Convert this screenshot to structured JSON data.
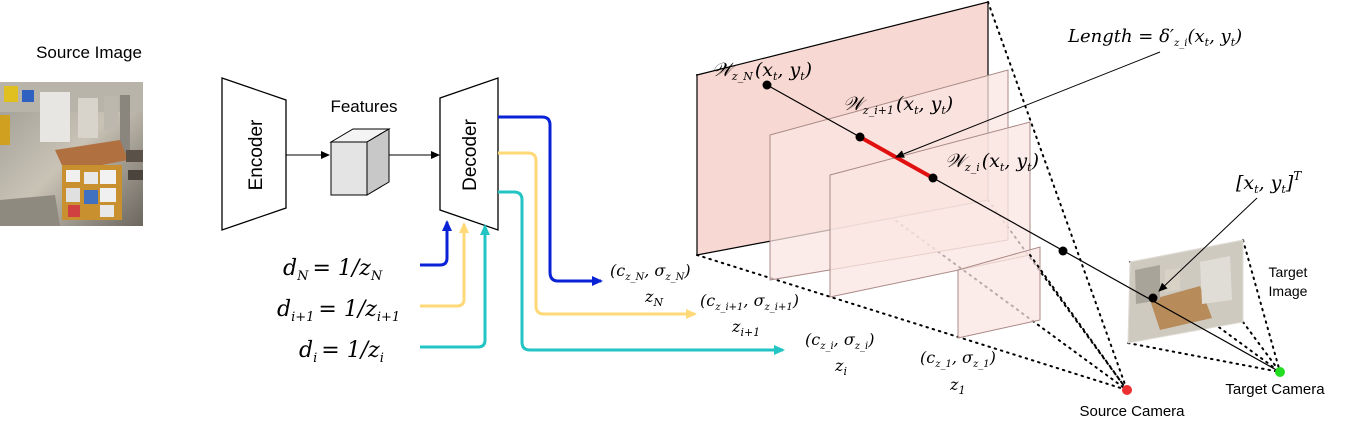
{
  "labels": {
    "source_image": "Source Image",
    "encoder": "Encoder",
    "features": "Features",
    "decoder": "Decoder",
    "source_camera": "Source Camera",
    "target_camera": "Target Camera",
    "target_image_line1": "Target",
    "target_image_line2": "Image"
  },
  "inputs": {
    "d_N": {
      "lhs": "d",
      "lhs_sub": "N",
      "rhs": "= 1/z",
      "rhs_sub": "N"
    },
    "d_i1": {
      "lhs": "d",
      "lhs_sub": "i+1",
      "rhs": "= 1/z",
      "rhs_sub": "i+1"
    },
    "d_i": {
      "lhs": "d",
      "lhs_sub": "i",
      "rhs": "= 1/z",
      "rhs_sub": "i"
    }
  },
  "outputs": {
    "o_N": {
      "c": "(c",
      "c_sub": "z_N",
      "sigma": ", σ",
      "sigma_sub": "z_N",
      "close": ")",
      "z": "z",
      "z_sub": "N"
    },
    "o_i1": {
      "c": "(c",
      "c_sub": "z_i+1",
      "sigma": ", σ",
      "sigma_sub": "z_i+1",
      "close": ")",
      "z": "z",
      "z_sub": "i+1"
    },
    "o_i": {
      "c": "(c",
      "c_sub": "z_i",
      "sigma": ", σ",
      "sigma_sub": "z_i",
      "close": ")",
      "z": "z",
      "z_sub": "i"
    },
    "o_1": {
      "c": "(c",
      "c_sub": "z_1",
      "sigma": ", σ",
      "sigma_sub": "z_1",
      "close": ")",
      "z": "z",
      "z_sub": "1"
    }
  },
  "warps": {
    "w_N": {
      "base": "𝒲",
      "sub": "z_N",
      "arg": "(x",
      "arg_sub": "t",
      "arg2": ", y",
      "arg2_sub": "t",
      "close": ")"
    },
    "w_i1": {
      "base": "𝒲",
      "sub": "z_i+1",
      "arg": "(x",
      "arg_sub": "t",
      "arg2": ", y",
      "arg2_sub": "t",
      "close": ")"
    },
    "w_i": {
      "base": "𝒲",
      "sub": "z_i",
      "arg": "(x",
      "arg_sub": "t",
      "arg2": ", y",
      "arg2_sub": "t",
      "close": ")"
    }
  },
  "length_label": {
    "text": "Length = δ′",
    "sub": "z_i",
    "args": "(x",
    "args_sub": "t",
    "args2": ", y",
    "args2_sub": "t",
    "close": ")"
  },
  "target_point": {
    "text": "[x",
    "sub": "t",
    "mid": ", y",
    "sub2": "t",
    "close": "]",
    "sup": "T"
  },
  "colors": {
    "blue": "#0a22d6",
    "yellow": "#ffd978",
    "cyan": "#23c4c4",
    "plane_fill": "#f8d8d2",
    "plane_edge": "#c08080",
    "red": "#e01010",
    "source_cam": "#ee3030",
    "target_cam": "#22dd22"
  },
  "icons": {
    "features": "cube-icon",
    "source_image": "classroom-photo",
    "target_image": "classroom-photo"
  }
}
